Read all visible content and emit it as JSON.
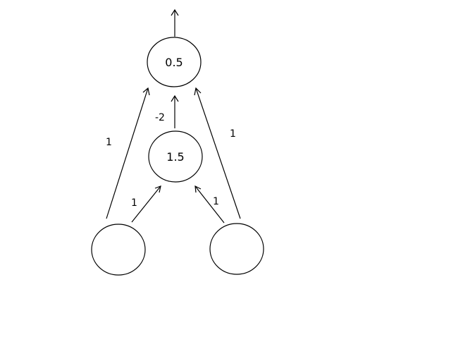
{
  "diagram": {
    "nodes": [
      {
        "id": "out",
        "label": "0.5"
      },
      {
        "id": "hidden",
        "label": "1.5"
      },
      {
        "id": "in1",
        "label": ""
      },
      {
        "id": "in2",
        "label": ""
      }
    ],
    "edges": [
      {
        "from": "in1",
        "to": "out",
        "weight": "1"
      },
      {
        "from": "in2",
        "to": "out",
        "weight": "1"
      },
      {
        "from": "in1",
        "to": "hidden",
        "weight": "1"
      },
      {
        "from": "in2",
        "to": "hidden",
        "weight": "1"
      },
      {
        "from": "hidden",
        "to": "out",
        "weight": "-2"
      },
      {
        "from": "out",
        "to": "output",
        "weight": ""
      }
    ]
  }
}
